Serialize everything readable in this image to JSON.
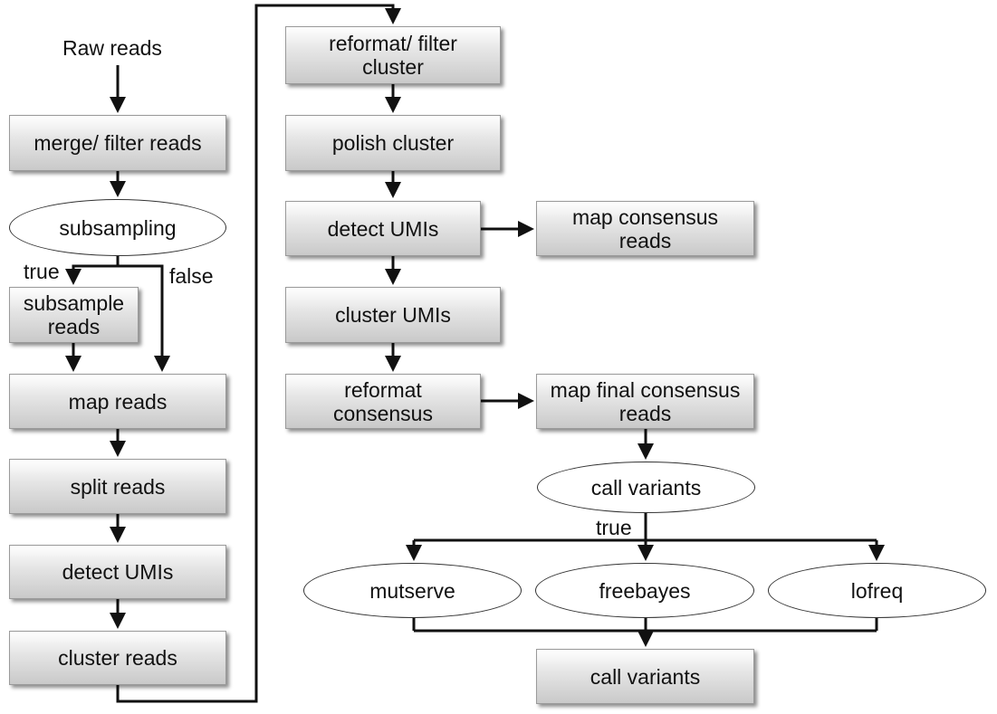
{
  "start_label": "Raw reads",
  "left_column": {
    "merge": "merge/ filter reads",
    "subsampling": "subsampling",
    "branch_true": "true",
    "branch_false": "false",
    "subsample": "subsample reads",
    "map": "map reads",
    "split": "split reads",
    "detect_umis": "detect UMIs",
    "cluster": "cluster reads"
  },
  "middle_column": {
    "reformat_filter": "reformat/ filter cluster",
    "polish": "polish cluster",
    "detect_umis": "detect UMIs",
    "map_consensus": "map consensus reads",
    "cluster_umis": "cluster UMIs",
    "reformat_consensus": "reformat consensus",
    "map_final": "map final consensus reads"
  },
  "variant_calling": {
    "call_variants": "call variants",
    "branch_true": "true",
    "mutserve": "mutserve",
    "freebayes": "freebayes",
    "lofreq": "lofreq",
    "call_variants_final": "call variants"
  }
}
